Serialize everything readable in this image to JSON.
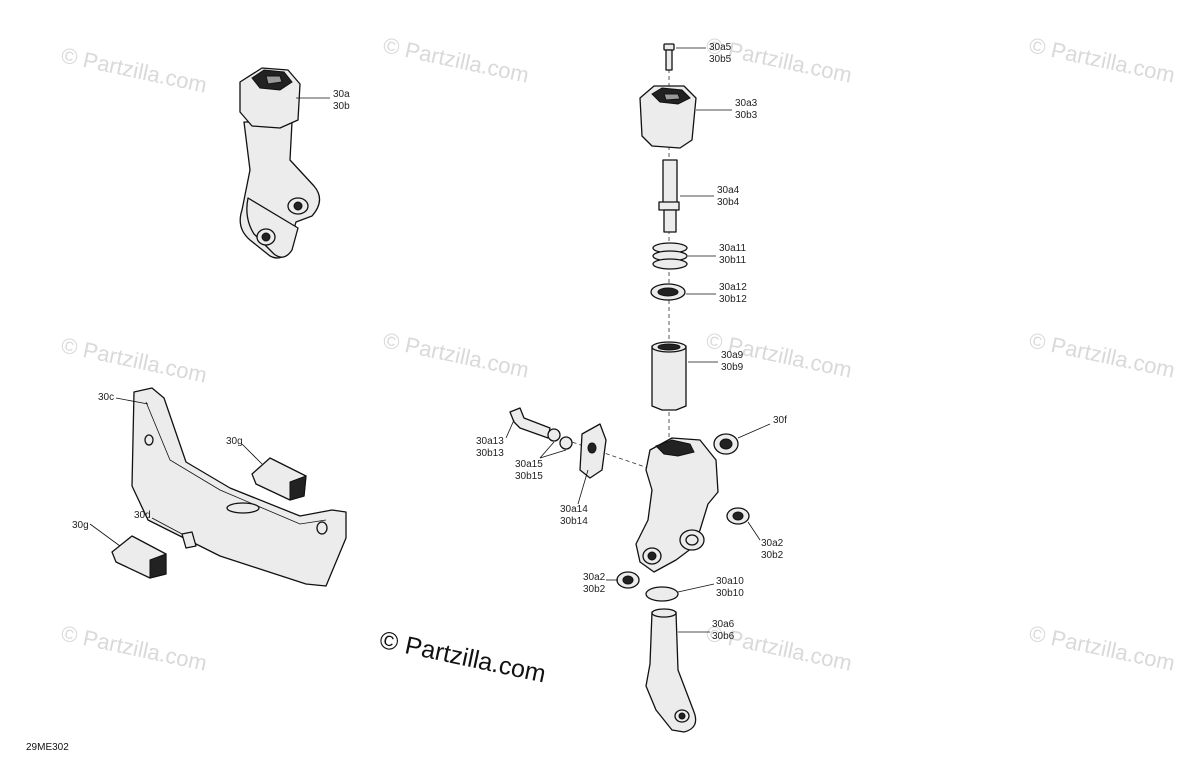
{
  "diagram": {
    "drawing_code": "29ME302",
    "watermark_text": "© Partzilla.com",
    "main_watermark_symbol": "©",
    "main_watermark_text": "Partzilla.com",
    "labels": {
      "l30a": "30a",
      "l30b": "30b",
      "l30a5": "30a5",
      "l30b5": "30b5",
      "l30a3": "30a3",
      "l30b3": "30b3",
      "l30a4": "30a4",
      "l30b4": "30b4",
      "l30a11": "30a11",
      "l30b11": "30b11",
      "l30a12": "30a12",
      "l30b12": "30b12",
      "l30a9": "30a9",
      "l30b9": "30b9",
      "l30f": "30f",
      "l30c": "30c",
      "l30g_top": "30g",
      "l30d": "30d",
      "l30g_bottom": "30g",
      "l30a13": "30a13",
      "l30b13": "30b13",
      "l30a15": "30a15",
      "l30b15": "30b15",
      "l30a14": "30a14",
      "l30b14": "30b14",
      "l30a2_right": "30a2",
      "l30b2_right": "30b2",
      "l30a2_left": "30a2",
      "l30b2_left": "30b2",
      "l30a10": "30a10",
      "l30b10": "30b10",
      "l30a6": "30a6",
      "l30b6": "30b6"
    }
  }
}
